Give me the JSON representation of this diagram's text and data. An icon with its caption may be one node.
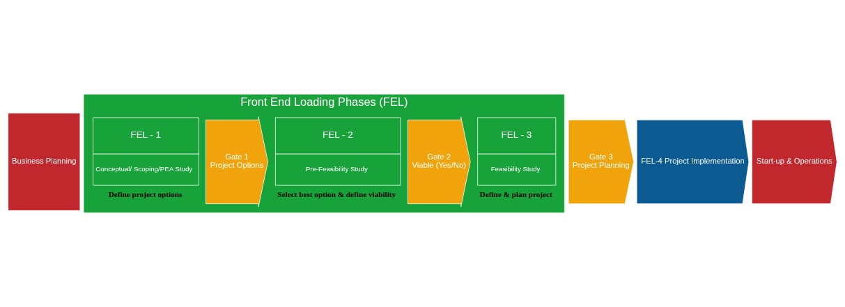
{
  "diagram": {
    "nodes": [
      {
        "text": [
          "Business Planning"
        ]
      },
      {
        "text": [
          "Front End Loading Phases (FEL)"
        ]
      },
      {
        "text": [
          "FEL - 1",
          "Conceptual/ Scoping/PEA Study"
        ],
        "in": 1,
        "beside": [
          "Define project options"
        ]
      },
      {
        "text": [
          "Gate 1",
          "Project Options"
        ],
        "in": 1
      },
      {
        "text": [
          "FEL - 2",
          "Pre-Feasibility Study"
        ],
        "in": 1,
        "beside": [
          "Select best option & define viability"
        ]
      },
      {
        "text": [
          "Gate 2",
          "Viable (Yes/No)"
        ],
        "in": 1
      },
      {
        "text": [
          "FEL - 3",
          "Feasibility Study"
        ],
        "in": 1,
        "beside": [
          "Define & plan project"
        ]
      },
      {
        "text": [
          "Gate 3",
          "Project Planning"
        ]
      },
      {
        "text": [
          "FEL-4 Project Implementation"
        ]
      },
      {
        "text": [
          "Start-up & Operations"
        ]
      }
    ]
  }
}
